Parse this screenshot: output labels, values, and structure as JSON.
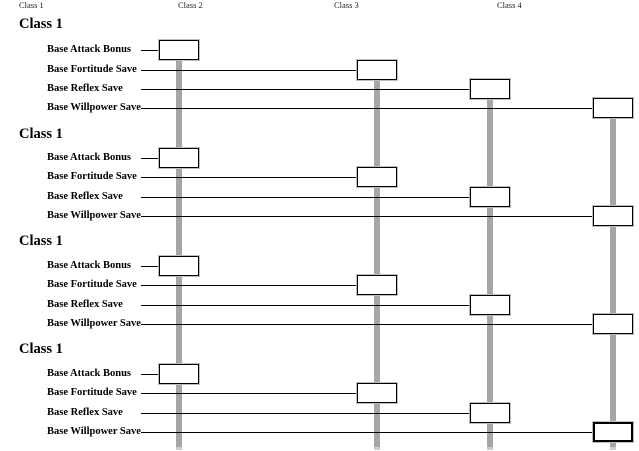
{
  "colors": {
    "background": "#ffffff",
    "column_bar": "#a6a6a6",
    "column_bar_tip": "#cdcdcd",
    "connector_line": "#000000",
    "box_fill": "#ffffff",
    "box_border": "#000000",
    "box_outer_edge": "#bdbdbd",
    "text": "#000000"
  },
  "column_headers": [
    {
      "label": "Class 1"
    },
    {
      "label": "Class 2"
    },
    {
      "label": "Class 3"
    },
    {
      "label": "Class 4"
    }
  ],
  "stat_box_value": "",
  "groups": [
    {
      "heading": "Class 1",
      "rows": [
        {
          "label": "Base Attack Bonus",
          "column": 1,
          "value": ""
        },
        {
          "label": "Base Fortitude Save",
          "column": 2,
          "value": ""
        },
        {
          "label": "Base Reflex Save",
          "column": 3,
          "value": ""
        },
        {
          "label": "Base Willpower Save",
          "column": 4,
          "value": ""
        }
      ]
    },
    {
      "heading": "Class 1",
      "rows": [
        {
          "label": "Base Attack Bonus",
          "column": 1,
          "value": ""
        },
        {
          "label": "Base Fortitude Save",
          "column": 2,
          "value": ""
        },
        {
          "label": "Base Reflex Save",
          "column": 3,
          "value": ""
        },
        {
          "label": "Base Willpower Save",
          "column": 4,
          "value": ""
        }
      ]
    },
    {
      "heading": "Class 1",
      "rows": [
        {
          "label": "Base Attack Bonus",
          "column": 1,
          "value": ""
        },
        {
          "label": "Base Fortitude Save",
          "column": 2,
          "value": ""
        },
        {
          "label": "Base Reflex Save",
          "column": 3,
          "value": ""
        },
        {
          "label": "Base Willpower Save",
          "column": 4,
          "value": ""
        }
      ]
    },
    {
      "heading": "Class 1",
      "rows": [
        {
          "label": "Base Attack Bonus",
          "column": 1,
          "value": ""
        },
        {
          "label": "Base Fortitude Save",
          "column": 2,
          "value": ""
        },
        {
          "label": "Base Reflex Save",
          "column": 3,
          "value": ""
        },
        {
          "label": "Base Willpower Save",
          "column": 4,
          "value": "",
          "focused": true
        }
      ]
    }
  ]
}
